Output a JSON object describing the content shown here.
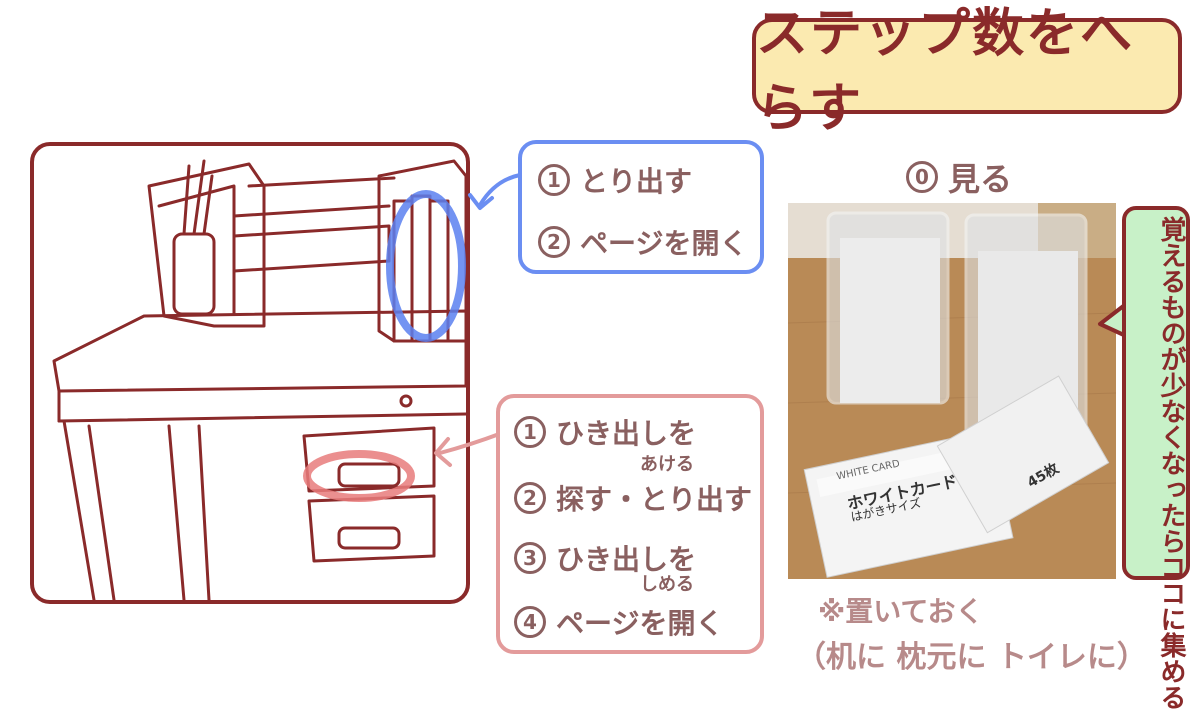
{
  "title": "ステップ数をへらす",
  "desk_callout": {
    "steps": [
      {
        "num": "1",
        "label": "とり出す"
      },
      {
        "num": "2",
        "label": "ページを開く"
      }
    ]
  },
  "drawer_callout": {
    "steps": [
      {
        "num": "1",
        "label": "ひき出しを",
        "sub": "あける"
      },
      {
        "num": "2",
        "label": "探す・とり出す"
      },
      {
        "num": "3",
        "label": "ひき出しを",
        "sub": "しめる"
      },
      {
        "num": "4",
        "label": "ページを開く"
      }
    ]
  },
  "step0": {
    "num": "0",
    "label": "見る"
  },
  "bubble": {
    "col1": "覚えるものが少なくなったら",
    "col2": "ココに集める"
  },
  "product": {
    "brand_small": "WHITE CARD",
    "name": "ホワイトカード",
    "spec": "はがきサイズ",
    "count": "45枚"
  },
  "note": {
    "line1": "※置いておく",
    "line2": "（机に 枕元に トイレに）"
  },
  "colors": {
    "frame": "#8a2a2a",
    "title_bg": "#fbeab0",
    "blue": "#6b8ef2",
    "pink": "#e39b9b",
    "bubble_bg": "#c8f1c8"
  }
}
